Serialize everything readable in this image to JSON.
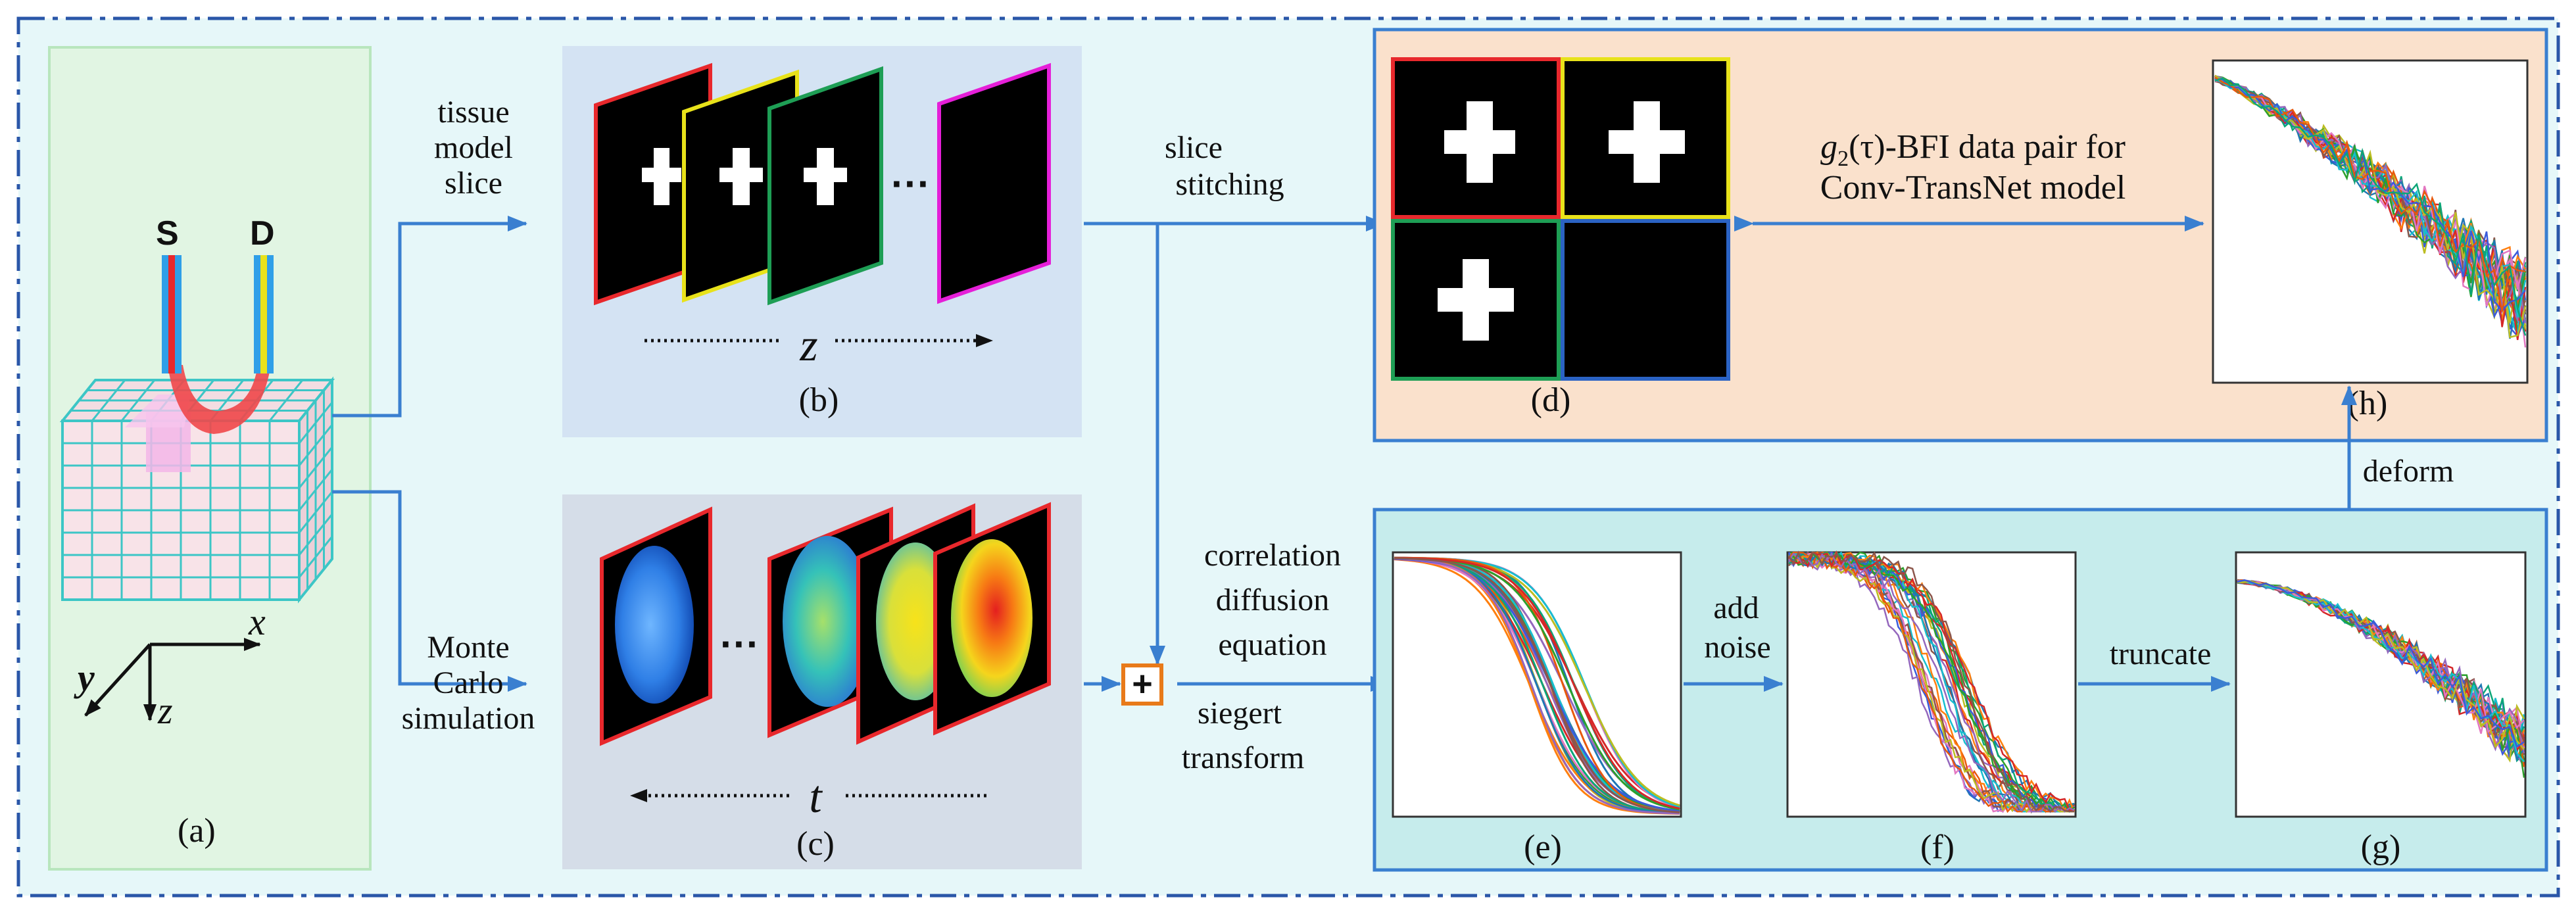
{
  "panels": {
    "a": "(a)",
    "b": "(b)",
    "c": "(c)",
    "d": "(d)",
    "e": "(e)",
    "f": "(f)",
    "g": "(g)",
    "h": "(h)"
  },
  "probe": {
    "source": "S",
    "detector": "D"
  },
  "axes": {
    "x": "x",
    "y": "y",
    "z": "z"
  },
  "labels": {
    "tissue_slice": [
      "tissue",
      "model",
      "slice"
    ],
    "monte_carlo": [
      "Monte",
      "Carlo",
      "simulation"
    ],
    "slice_stitching": [
      "slice",
      "stitching"
    ],
    "cde": [
      "correlation",
      "diffusion",
      "equation"
    ],
    "siegert": [
      "siegert",
      "transform"
    ],
    "add_noise": [
      "add",
      "noise"
    ],
    "truncate": "truncate",
    "deform": "deform",
    "data_pair_line1_a": "g",
    "data_pair_line1_sub": "2",
    "data_pair_line1_b": "(τ)-BFI data pair for",
    "data_pair_line2": "Conv-TransNet model",
    "z_axis": "z",
    "t_axis": "t",
    "ellipsis": "···",
    "plus": "+"
  },
  "colors": {
    "blue_arrow": "#3a7fd0",
    "a_bg": "#e1f5e3",
    "b_bg": "#d4e3f3",
    "c_bg": "#d5dde8",
    "d_bg": "#fae1cc",
    "efg_bg": "#c6ecec",
    "outer_dash": "#2a56a8",
    "grid_cyan": "#3cc6c6",
    "cube_fill": "#f6dde3",
    "red": "#e8282c",
    "yellow": "#e8e21a",
    "green": "#1e9e55",
    "blue": "#2b63c4",
    "magenta": "#e51fd8",
    "orange": "#e87a1a"
  }
}
